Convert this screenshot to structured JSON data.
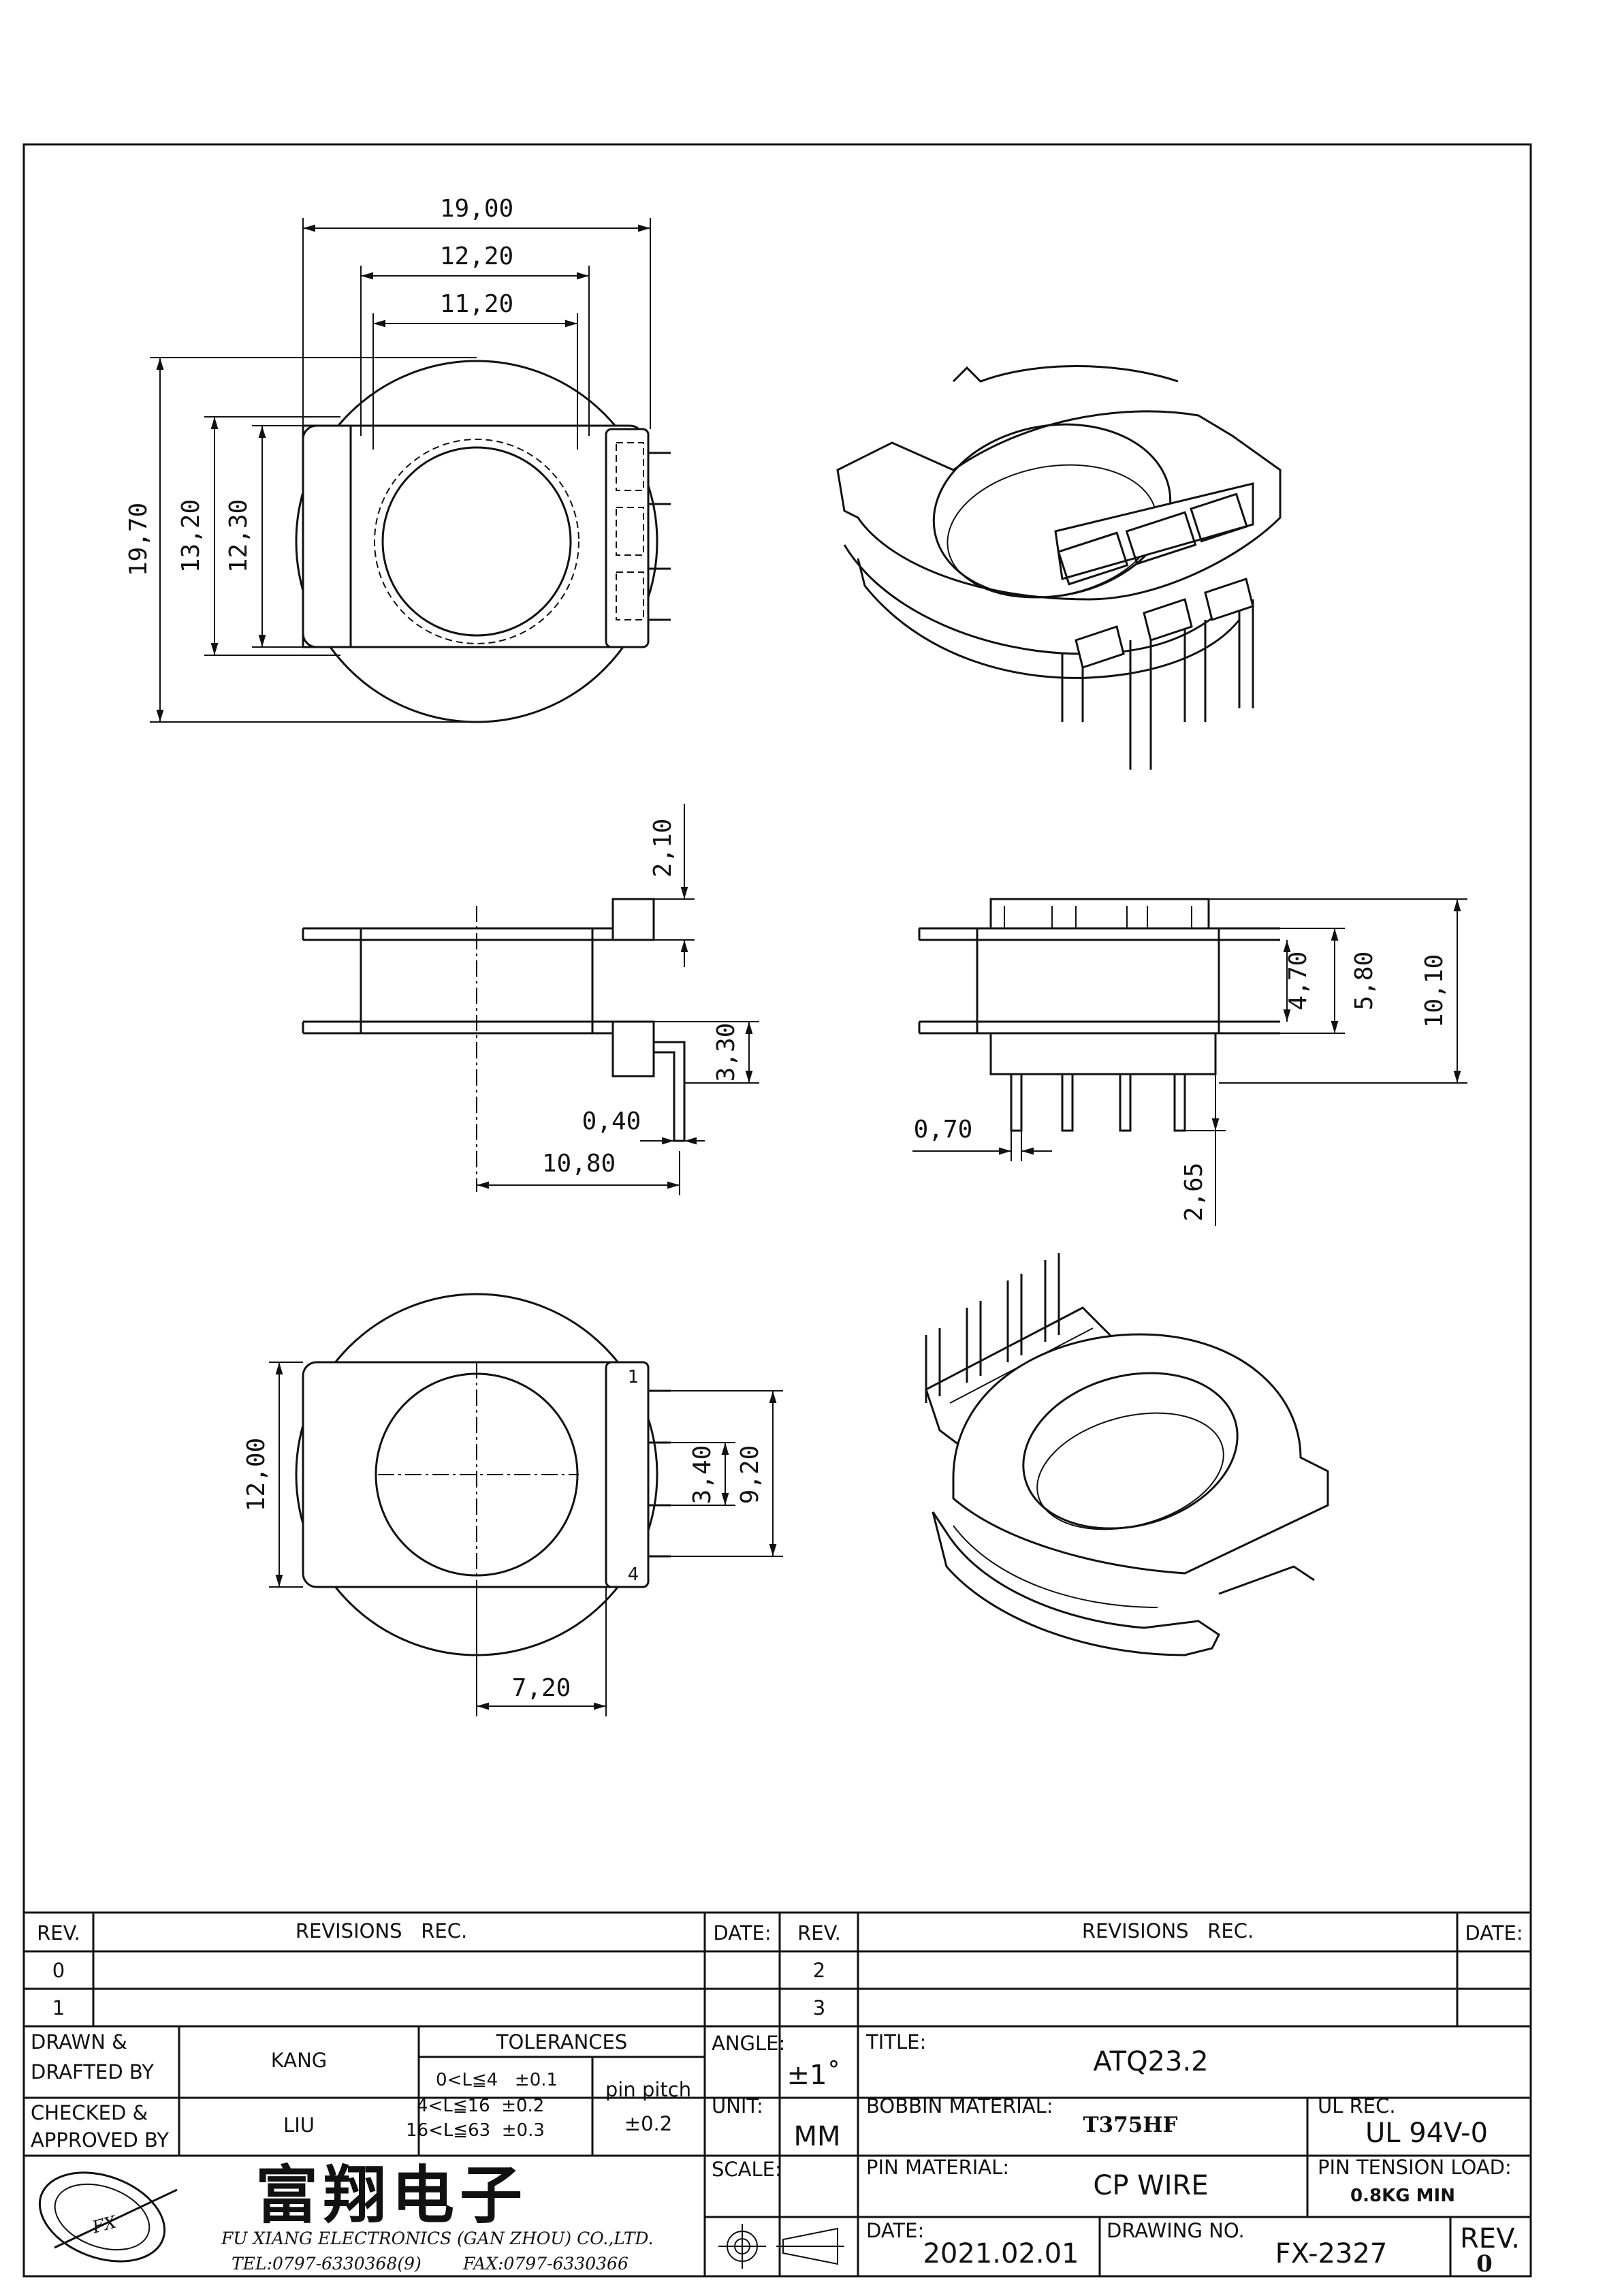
{
  "views": {
    "top": {
      "dims": [
        "19,00",
        "12,20",
        "11,20",
        "19,70",
        "13,20",
        "12,30"
      ]
    },
    "side": {
      "dims": [
        "2,10",
        "3,30",
        "0,40",
        "10,80"
      ]
    },
    "front": {
      "dims": [
        "4,70",
        "5,80",
        "10,10",
        "0,70",
        "2,65"
      ]
    },
    "bottom": {
      "dims": [
        "12,00",
        "3,40",
        "9,20",
        "7,20"
      ],
      "pin_labels": [
        "1",
        "4"
      ]
    }
  },
  "title_block": {
    "rev_header": "REV.",
    "revisions_header": "REVISIONS   REC.",
    "date_header": "DATE:",
    "rev_rows_left": [
      "0",
      "1"
    ],
    "rev_rows_right": [
      "2",
      "3"
    ],
    "drawn_label_1": "DRAWN &",
    "drawn_label_2": "DRAFTED BY",
    "drawn_value": "KANG",
    "checked_label_1": "CHECKED &",
    "checked_label_2": "APPROVED BY",
    "checked_value": "LIU",
    "tolerances_header": "TOLERANCES",
    "tolerances": [
      "0<L≦4   ±0.1",
      "4<L≦16  ±0.2",
      "16<L≦63  ±0.3"
    ],
    "pin_pitch_label": "pin pitch",
    "pin_pitch_value": "±0.2",
    "angle_label": "ANGLE:",
    "angle_value": "±1˚",
    "unit_label": "UNIT:",
    "unit_value": "MM",
    "scale_label": "SCALE:",
    "title_label": "TITLE:",
    "title_value": "ATQ23.2",
    "bobbin_label": "BOBBIN MATERIAL:",
    "bobbin_value": "T375HF",
    "ul_label": "UL REC.",
    "ul_value": "UL 94V-0",
    "pin_material_label": "PIN MATERIAL:",
    "pin_material_value": "CP WIRE",
    "pin_tension_label": "PIN TENSION LOAD:",
    "pin_tension_value": "0.8KG MIN",
    "date_label": "DATE:",
    "date_value": "2021.02.01",
    "drawing_no_label": "DRAWING NO.",
    "drawing_no_value": "FX-2327",
    "rev_value": "0",
    "company_cn": "富翔电子",
    "company_en": "FU XIANG ELECTRONICS (GAN ZHOU) CO.,LTD.",
    "tel": "TEL:0797-6330368(9)",
    "fax": "FAX:0797-6330366",
    "logo_text": "FX"
  }
}
